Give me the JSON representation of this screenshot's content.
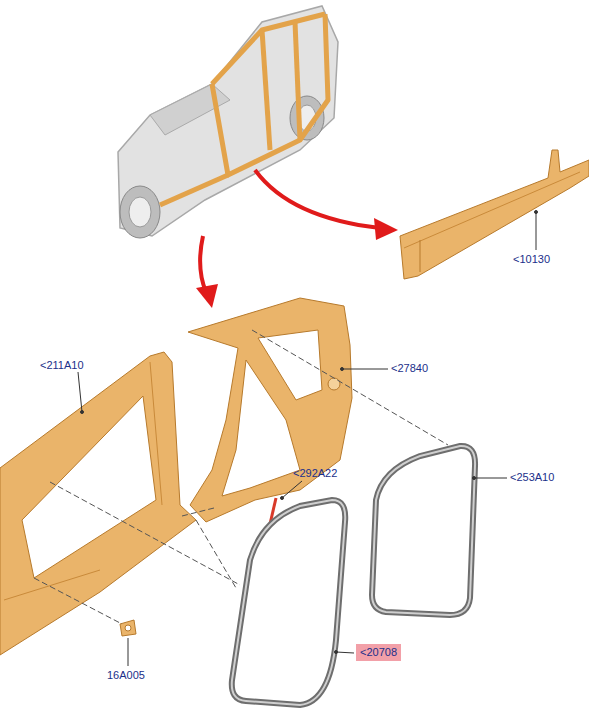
{
  "diagram": {
    "nodes": [
      {
        "text": [
          "<20708"
        ]
      }
    ],
    "labels": [
      "<10130",
      "<211A10",
      "<27840",
      "<292A22",
      "<253A10",
      "16A005"
    ]
  }
}
